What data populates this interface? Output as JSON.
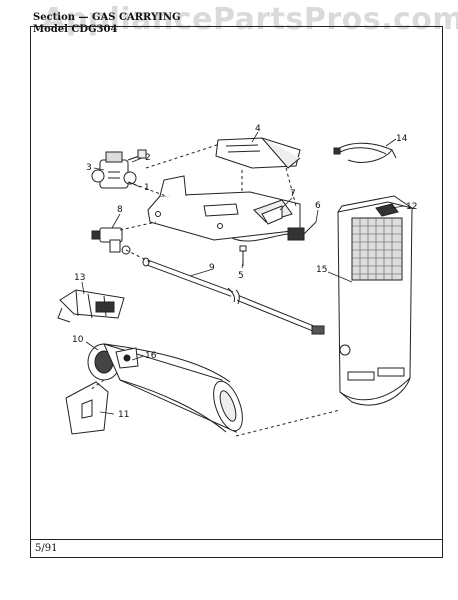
{
  "header": {
    "section_label": "Section",
    "section_value": "GAS CARRYING",
    "model_label": "Model",
    "model_value": "CDG304"
  },
  "watermark": "AppliancePartsPros.com",
  "footer": {
    "date": "5/91"
  },
  "callouts": [
    "1",
    "2",
    "3",
    "4",
    "5",
    "6",
    "7",
    "8",
    "9",
    "10",
    "11",
    "12",
    "13",
    "14",
    "15",
    "16"
  ]
}
